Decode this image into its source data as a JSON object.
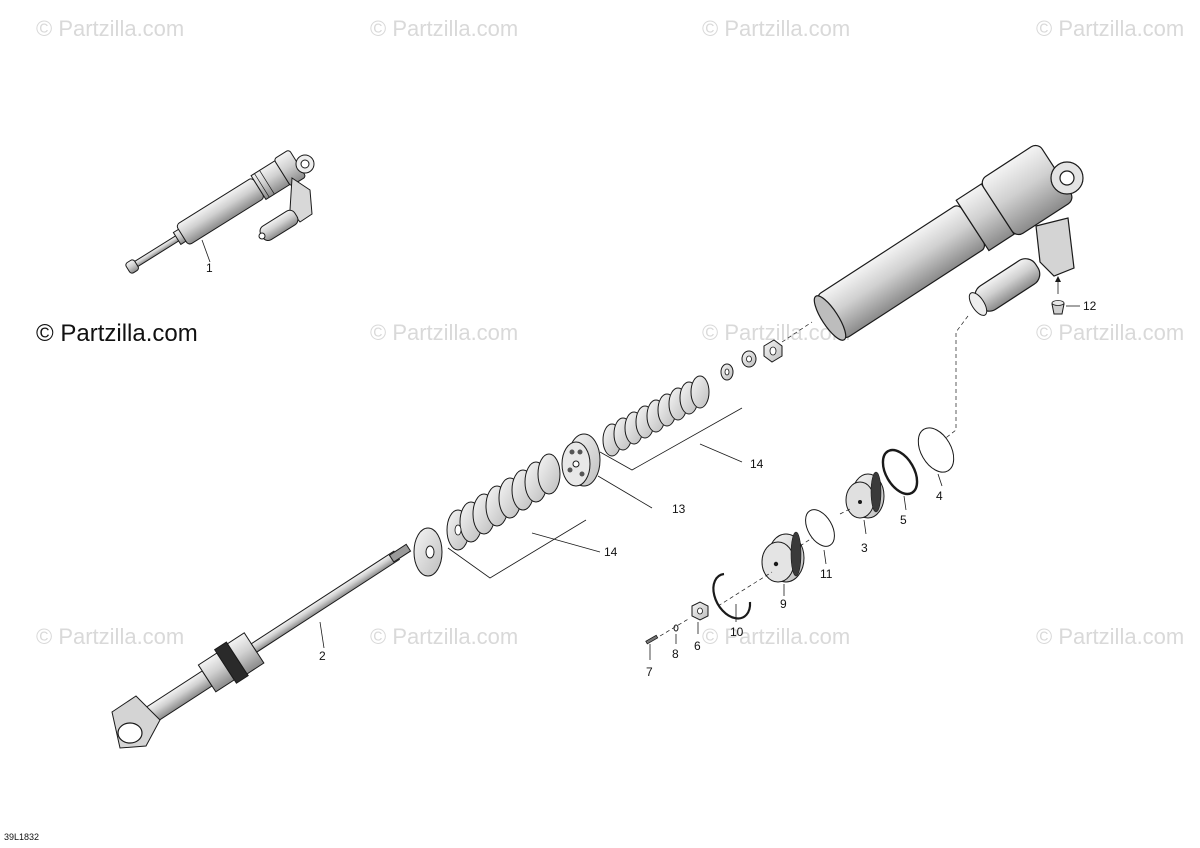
{
  "watermark": {
    "text": "© Partzilla.com",
    "main_text": "© Partzilla.com"
  },
  "drawing_code": "39L1832",
  "callouts": {
    "c1": "1",
    "c2": "2",
    "c3": "3",
    "c4": "4",
    "c5": "5",
    "c6": "6",
    "c7": "7",
    "c8": "8",
    "c9": "9",
    "c10": "10",
    "c11": "11",
    "c12": "12",
    "c13": "13",
    "c14a": "14",
    "c14b": "14"
  },
  "colors": {
    "line": "#1a1a1a",
    "part_fill": "#d6d6d6",
    "part_light": "#f0f0f0",
    "watermark": "#d9d9d9"
  }
}
